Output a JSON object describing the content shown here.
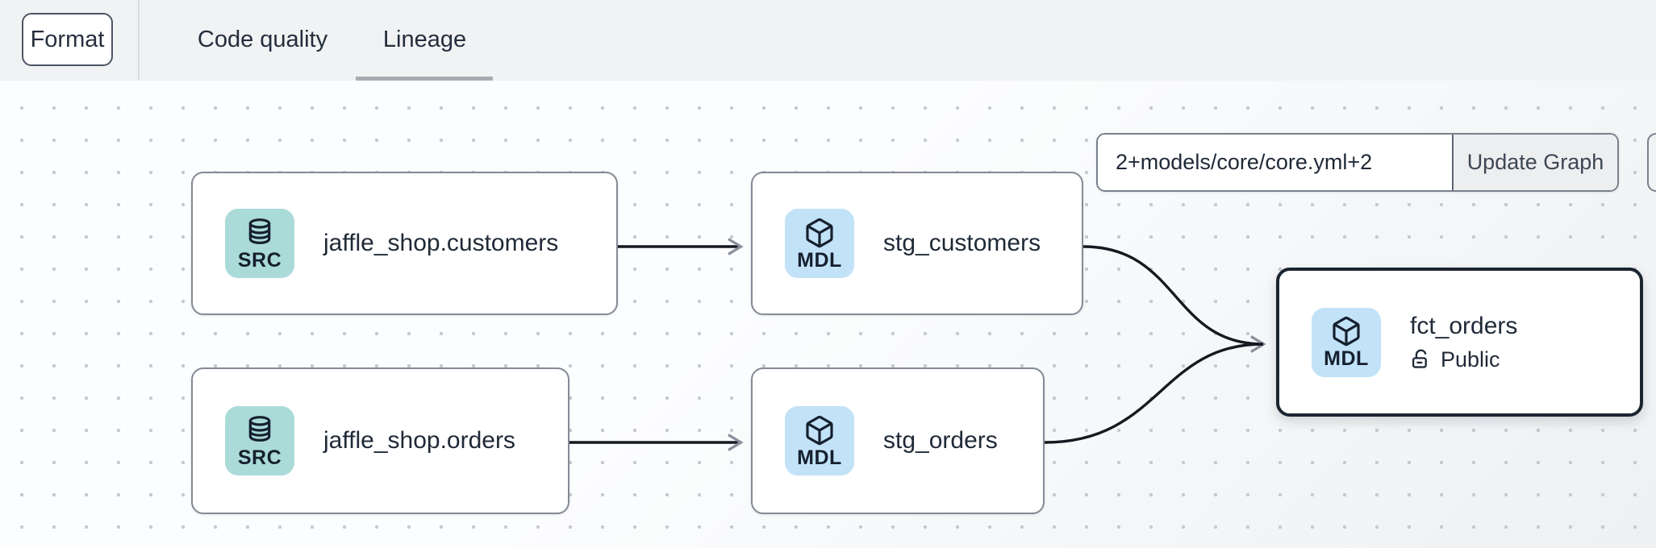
{
  "header": {
    "format_button": "Format",
    "tabs": [
      {
        "label": "Code quality",
        "active": false
      },
      {
        "label": "Lineage",
        "active": true
      }
    ]
  },
  "graph_controls": {
    "selector_input_value": "2+models/core/core.yml+2",
    "update_button": "Update Graph"
  },
  "nodes": [
    {
      "label": "jaffle_shop.customers",
      "badge": "SRC",
      "kind": "source",
      "icon": "database-icon"
    },
    {
      "label": "stg_customers",
      "badge": "MDL",
      "kind": "model",
      "icon": "cube-icon"
    },
    {
      "label": "jaffle_shop.orders",
      "badge": "SRC",
      "kind": "source",
      "icon": "database-icon"
    },
    {
      "label": "stg_orders",
      "badge": "MDL",
      "kind": "model",
      "icon": "cube-icon"
    },
    {
      "label": "fct_orders",
      "badge": "MDL",
      "kind": "model",
      "icon": "cube-icon",
      "access_label": "Public",
      "selected": true
    }
  ],
  "edges": [
    {
      "from": "jaffle_shop.customers",
      "to": "stg_customers"
    },
    {
      "from": "jaffle_shop.orders",
      "to": "stg_orders"
    },
    {
      "from": "stg_customers",
      "to": "fct_orders"
    },
    {
      "from": "stg_orders",
      "to": "fct_orders"
    }
  ],
  "colors": {
    "topbar_bg": "#f1f2f3",
    "canvas_bg": "#fafbfc",
    "source_badge_bg": "#abdbd9",
    "model_badge_bg": "#c2e2f8",
    "node_border": "#848a95",
    "selected_node_border": "#1b2430",
    "edge_stroke": "#16191f",
    "arrowhead": "#8b919b",
    "tab_underline": "#a7abb2"
  }
}
